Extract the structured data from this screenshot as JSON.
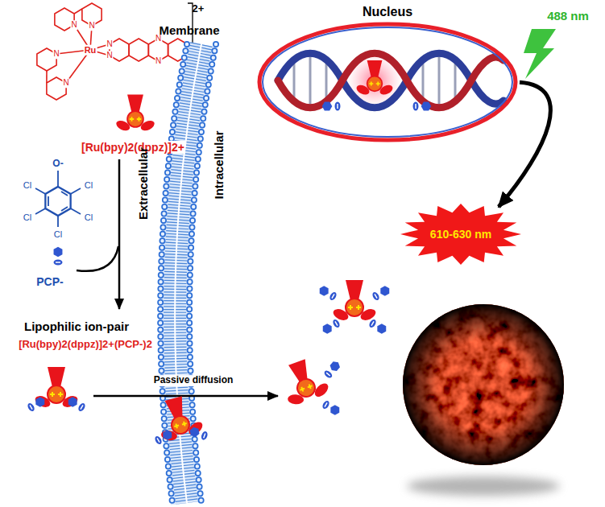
{
  "diagram": {
    "nodes": [
      {
        "text": [
          "Nucleus"
        ]
      },
      {
        "text": [
          "610-630 nm"
        ]
      }
    ],
    "edges": [
      {
        "from": 0,
        "to": 1,
        "arrow": "to"
      }
    ],
    "labels": [
      "2+",
      "Ru",
      "N",
      "N",
      "N",
      "N",
      "N",
      "N",
      "N",
      "N",
      "[Ru(bpy)2(dppz)]2+",
      "O-",
      "Cl",
      "Cl",
      "Cl",
      "Cl",
      "Cl",
      "PCP-",
      "Membrane",
      "Extracellular",
      "Intracellular",
      "Lipophilic ion-pair",
      "[Ru(bpy)2(dppz)]2+(PCP-)2",
      "Passive diffusion",
      "488 nm"
    ]
  }
}
